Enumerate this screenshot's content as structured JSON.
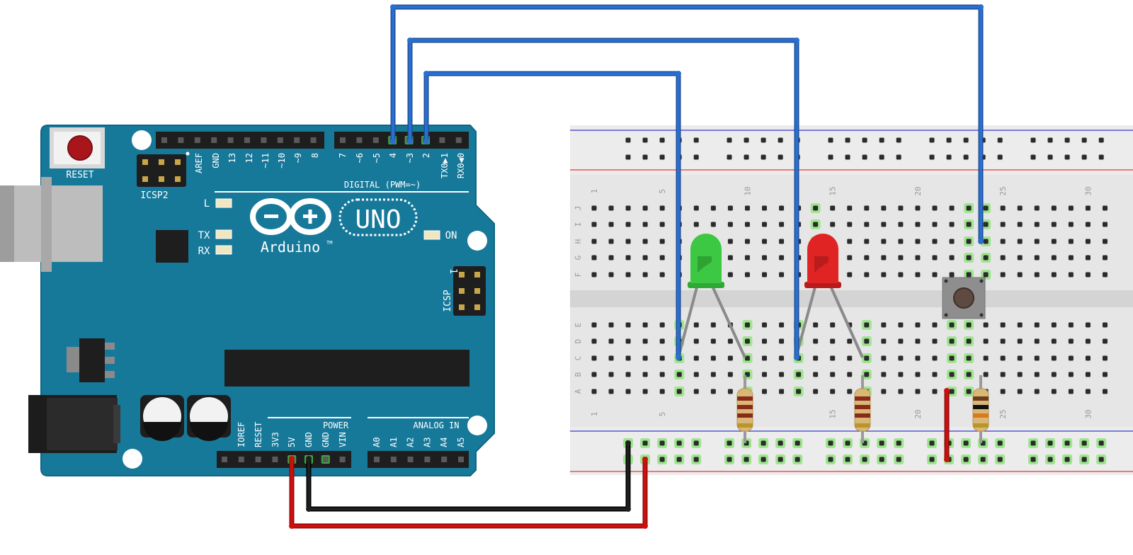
{
  "arduino": {
    "board_labels": {
      "reset": "RESET",
      "icsp2": "ICSP2",
      "icsp": "ICSP",
      "icsp_pin1": "1",
      "led_l": "L",
      "led_tx": "TX",
      "led_rx": "RX",
      "led_on": "ON",
      "brand": "Arduino",
      "tm": "TM",
      "model": "UNO",
      "digital_title": "DIGITAL (PWM=~)",
      "power_title": "POWER",
      "analog_title": "ANALOG IN"
    },
    "digital_pins": [
      "AREF",
      "GND",
      "13",
      "12",
      "~11",
      "~10",
      "~9",
      "8",
      "7",
      "~6",
      "~5",
      "4",
      "~3",
      "2",
      "TX0▶1",
      "RX0◀0"
    ],
    "power_pins": [
      "IOREF",
      "RESET",
      "3V3",
      "5V",
      "GND",
      "GND",
      "VIN"
    ],
    "analog_pins": [
      "A0",
      "A1",
      "A2",
      "A3",
      "A4",
      "A5"
    ]
  },
  "breadboard": {
    "row_letters_top": [
      "J",
      "I",
      "H",
      "G",
      "F"
    ],
    "row_letters_bottom": [
      "E",
      "D",
      "C",
      "B",
      "A"
    ],
    "column_numbers": [
      "1",
      "5",
      "10",
      "15",
      "20",
      "25",
      "30"
    ]
  },
  "colors": {
    "board": "#17799a",
    "wire_signal": "#2a6fd0",
    "wire_power": "#cc1010",
    "wire_ground": "#111111",
    "led_green": "#3cc842",
    "led_red": "#e02424",
    "breadboard": "#e6e6e6",
    "rail_red": "#e43a3a",
    "rail_blue": "#3a3ad0"
  },
  "components": [
    {
      "type": "led",
      "color": "green"
    },
    {
      "type": "led",
      "color": "red"
    },
    {
      "type": "pushbutton"
    },
    {
      "type": "resistor",
      "count": 3
    }
  ]
}
